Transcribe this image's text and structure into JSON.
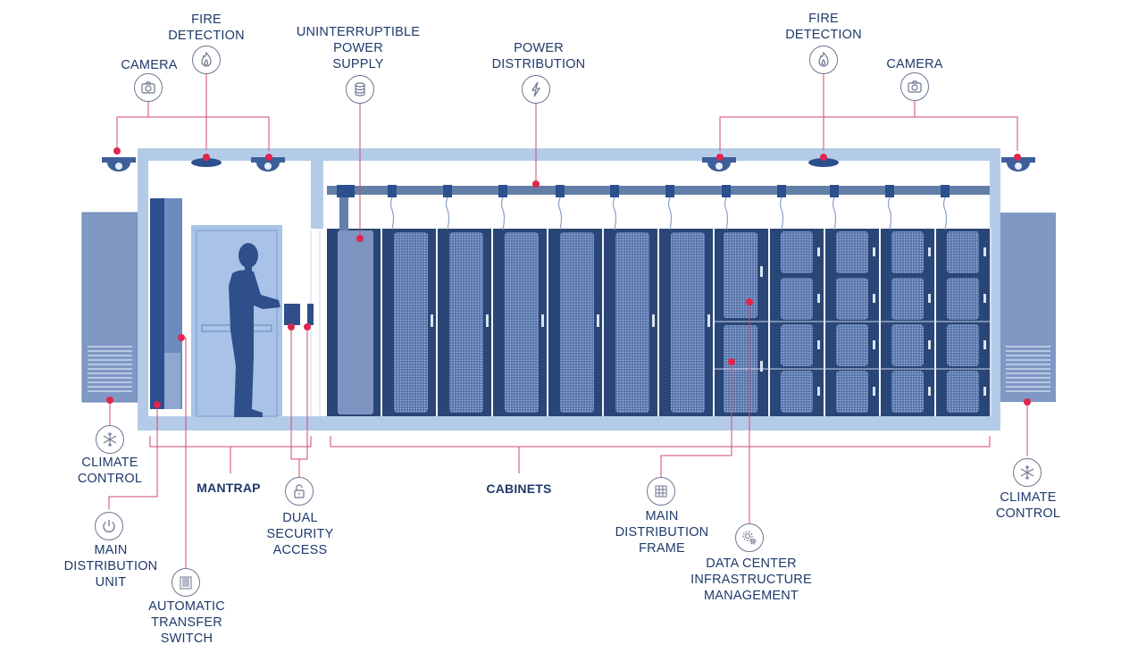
{
  "colors": {
    "frame": "#b4cbe8",
    "cabinet": "#37568f",
    "cabinet_dark": "#2a4676",
    "climate_unit": "#7f98c4",
    "leader": "#d14a6a",
    "dot": "#e0264d",
    "icon_stroke": "#6d7690",
    "text": "#1f3a6b"
  },
  "labels": {
    "fire_detection_left": "FIRE\nDETECTION",
    "camera_left": "CAMERA",
    "ups": "UNINTERRUPTIBLE\nPOWER\nSUPPLY",
    "power_distribution": "POWER\nDISTRIBUTION",
    "fire_detection_right": "FIRE\nDETECTION",
    "camera_right": "CAMERA",
    "climate_control_left": "CLIMATE\nCONTROL",
    "main_distribution_unit": "MAIN\nDISTRIBUTION\nUNIT",
    "automatic_transfer_switch": "AUTOMATIC\nTRANSFER\nSWITCH",
    "mantrap": "MANTRAP",
    "dual_security_access": "DUAL\nSECURITY\nACCESS",
    "cabinets": "CABINETS",
    "main_distribution_frame": "MAIN\nDISTRIBUTION\nFRAME",
    "dcim": "DATA CENTER\nINFRASTRUCTURE\nMANAGEMENT",
    "climate_control_right": "CLIMATE\nCONTROL"
  },
  "icons": {
    "fire": "flame-icon",
    "camera": "camera-icon",
    "ups": "battery-stack-icon",
    "power": "lightning-icon",
    "climate": "snowflake-icon",
    "power_button": "power-icon",
    "transfer_switch": "switch-icon",
    "lock": "padlock-icon",
    "grid": "grid-icon",
    "gears": "gears-icon"
  }
}
